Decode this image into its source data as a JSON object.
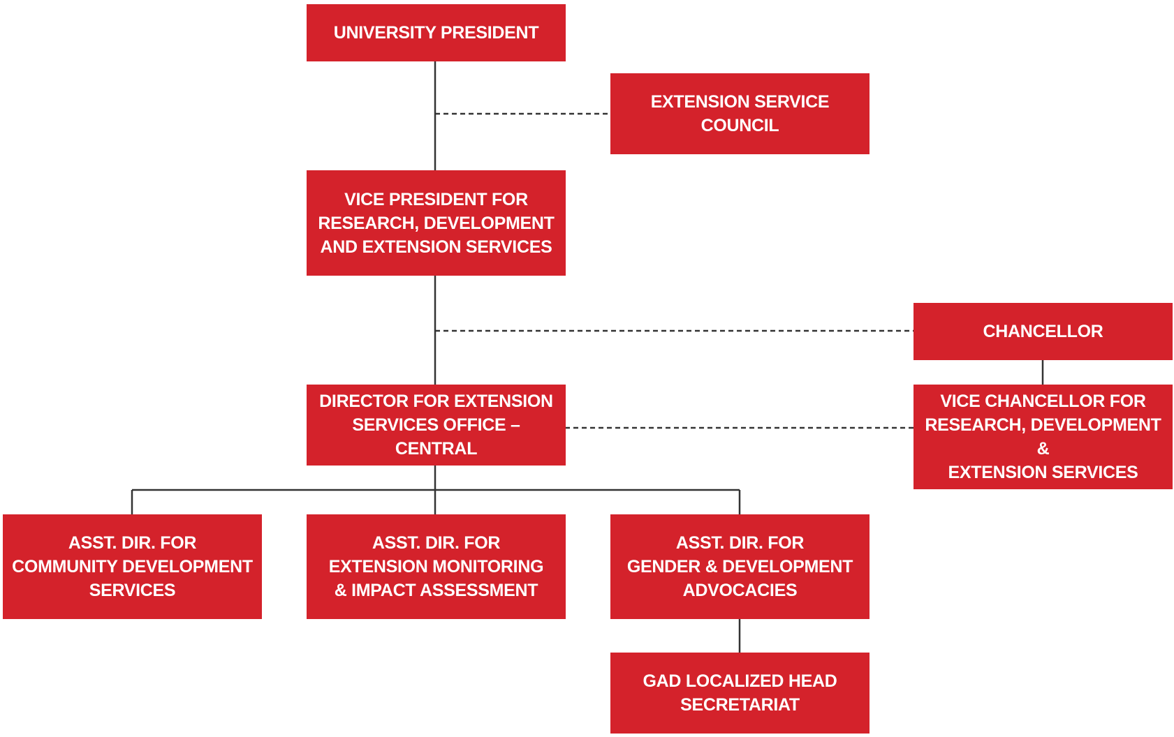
{
  "colors": {
    "box": "#d4222b",
    "text": "#ffffff",
    "line": "#333333"
  },
  "nodes": {
    "president": "UNIVERSITY PRESIDENT",
    "council": "EXTENSION SERVICE\nCOUNCIL",
    "vp": "VICE PRESIDENT FOR\nRESEARCH, DEVELOPMENT\nAND EXTENSION SERVICES",
    "chancellor": "CHANCELLOR",
    "vice_chancellor": "VICE CHANCELLOR FOR\nRESEARCH, DEVELOPMENT &\nEXTENSION SERVICES",
    "director": "DIRECTOR FOR EXTENSION\nSERVICES OFFICE – CENTRAL",
    "asst_community": "ASST. DIR. FOR\nCOMMUNITY DEVELOPMENT\nSERVICES",
    "asst_monitoring": "ASST. DIR. FOR\nEXTENSION MONITORING\n& IMPACT ASSESSMENT",
    "asst_gender": "ASST. DIR. FOR\nGENDER & DEVELOPMENT\nADVOCACIES",
    "gad_head": "GAD LOCALIZED HEAD\nSECRETARIAT"
  }
}
